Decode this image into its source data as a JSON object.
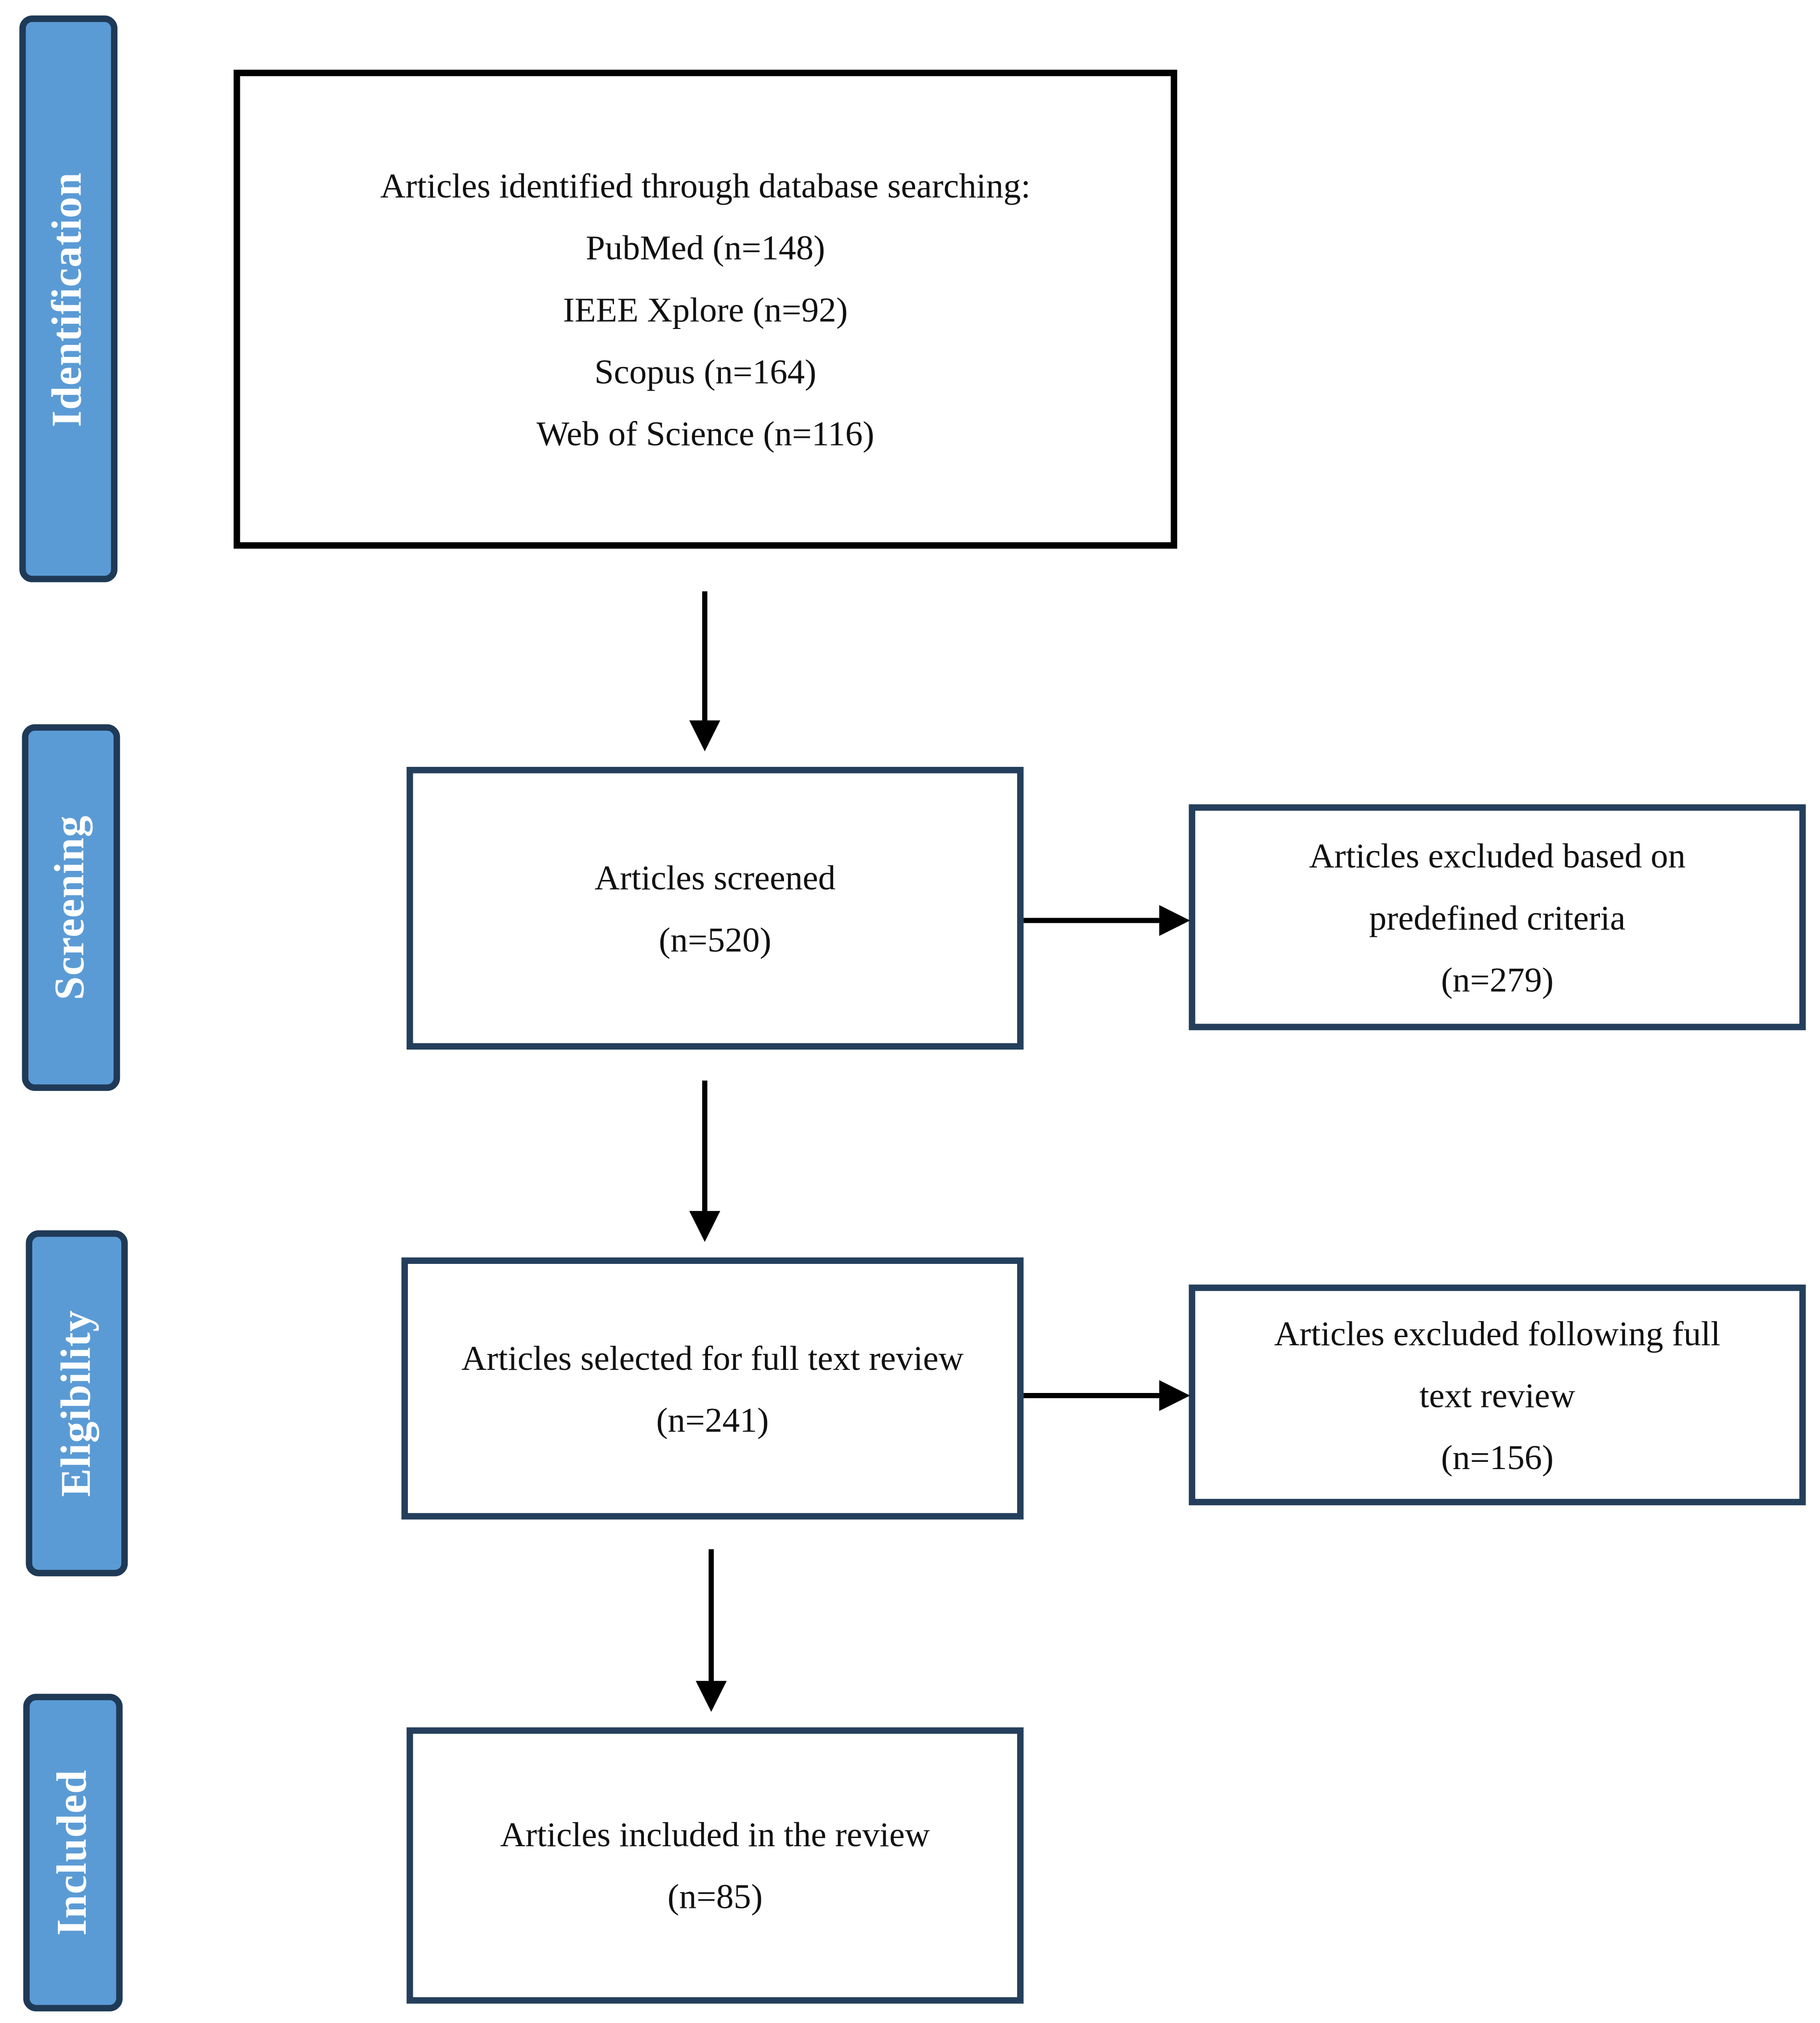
{
  "phases": {
    "identification": "Identification",
    "screening": "Screening",
    "eligibility": "Eligibility",
    "included": "Included"
  },
  "identification_box": {
    "heading": "Articles identified through database searching:",
    "sources": [
      "PubMed (n=148)",
      "IEEE Xplore (n=92)",
      "Scopus (n=164)",
      "Web of Science (n=116)"
    ]
  },
  "screened_box": {
    "line1": "Articles screened",
    "count": "(n=520)"
  },
  "excluded_criteria_box": {
    "line1": "Articles excluded based on",
    "line2": "predefined criteria",
    "count": "(n=279)"
  },
  "full_text_box": {
    "line1": "Articles selected for full text review",
    "count": "(n=241)"
  },
  "excluded_full_text_box": {
    "line1": "Articles excluded following full",
    "line2": "text review",
    "count": "(n=156)"
  },
  "included_box": {
    "line1": "Articles included in the review",
    "count": "(n=85)"
  },
  "colors": {
    "phase_fill": "#5b9bd5",
    "phase_border": "#1f3a57",
    "box_border": "#243f5c"
  }
}
